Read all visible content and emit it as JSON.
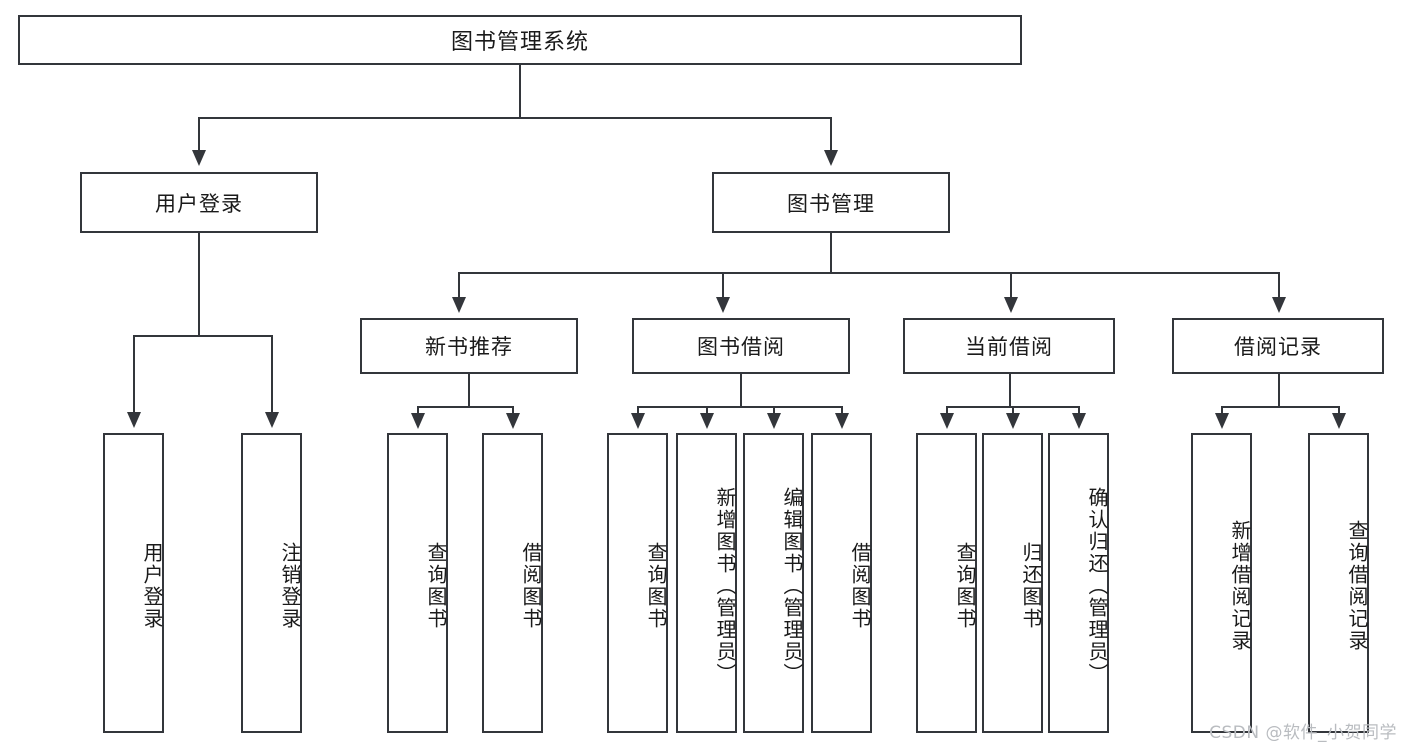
{
  "diagram": {
    "title": "图书管理系统",
    "root": {
      "label": "图书管理系统"
    },
    "level1": [
      {
        "label": "用户登录"
      },
      {
        "label": "图书管理"
      }
    ],
    "level2": [
      {
        "label": "新书推荐"
      },
      {
        "label": "图书借阅"
      },
      {
        "label": "当前借阅"
      },
      {
        "label": "借阅记录"
      }
    ],
    "leaves": {
      "user_login": [
        {
          "label": "用户登录"
        },
        {
          "label": "注销登录"
        }
      ],
      "new_book_recommend": [
        {
          "label": "查询图书"
        },
        {
          "label": "借阅图书"
        }
      ],
      "book_borrow": [
        {
          "label": "查询图书"
        },
        {
          "label": "新增图书（管理员）"
        },
        {
          "label": "编辑图书（管理员）"
        },
        {
          "label": "借阅图书"
        }
      ],
      "current_borrow": [
        {
          "label": "查询图书"
        },
        {
          "label": "归还图书"
        },
        {
          "label": "确认归还（管理员）"
        }
      ],
      "borrow_record": [
        {
          "label": "新增借阅记录"
        },
        {
          "label": "查询借阅记录"
        }
      ]
    }
  },
  "watermark": {
    "text": "CSDN @软件_小贺同学"
  },
  "colors": {
    "background": "#ffffff",
    "box_border": "#33363b",
    "box_fill": "#ffffff",
    "text": "#1a1a1a",
    "watermark": "#b9bcc0"
  }
}
